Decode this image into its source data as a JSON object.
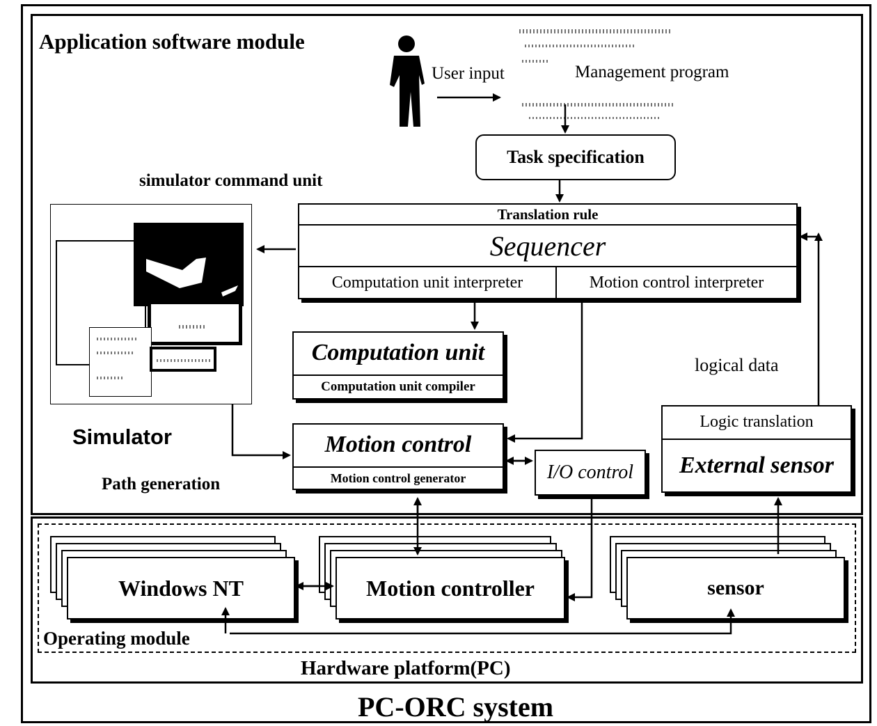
{
  "system_title": "PC-ORC system",
  "app_module": {
    "title": "Application software module"
  },
  "user": {
    "input_label": "User input"
  },
  "management": {
    "label": "Management program"
  },
  "task": {
    "label": "Task specification"
  },
  "simulator": {
    "command_unit_label": "simulator command unit",
    "title": "Simulator",
    "path_label": "Path generation"
  },
  "sequencer": {
    "rule": "Translation rule",
    "title": "Sequencer",
    "computation_interpreter": "Computation unit interpreter",
    "motion_interpreter": "Motion control interpreter"
  },
  "computation": {
    "title": "Computation unit",
    "compiler": "Computation unit compiler"
  },
  "motion": {
    "title": "Motion control",
    "generator": "Motion control generator"
  },
  "io": {
    "title": "I/O control"
  },
  "logic": {
    "label": "logical data",
    "translation": "Logic translation",
    "sensor": "External sensor"
  },
  "platform": {
    "windows": "Windows NT",
    "motion_controller": "Motion controller",
    "sensor": "sensor",
    "operating_module": "Operating module",
    "hardware": "Hardware platform(PC)"
  }
}
